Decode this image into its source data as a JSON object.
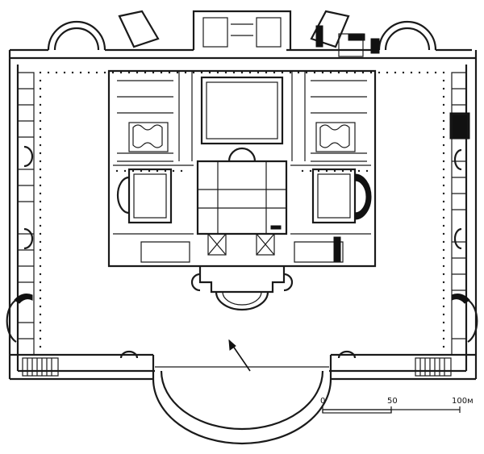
{
  "scale_bar": {
    "labels": [
      "0",
      "50",
      "100м"
    ]
  },
  "north_arrow": {
    "icon": "arrow-icon"
  },
  "colors": {
    "ink": "#1a1a1a",
    "paper": "#ffffff"
  }
}
